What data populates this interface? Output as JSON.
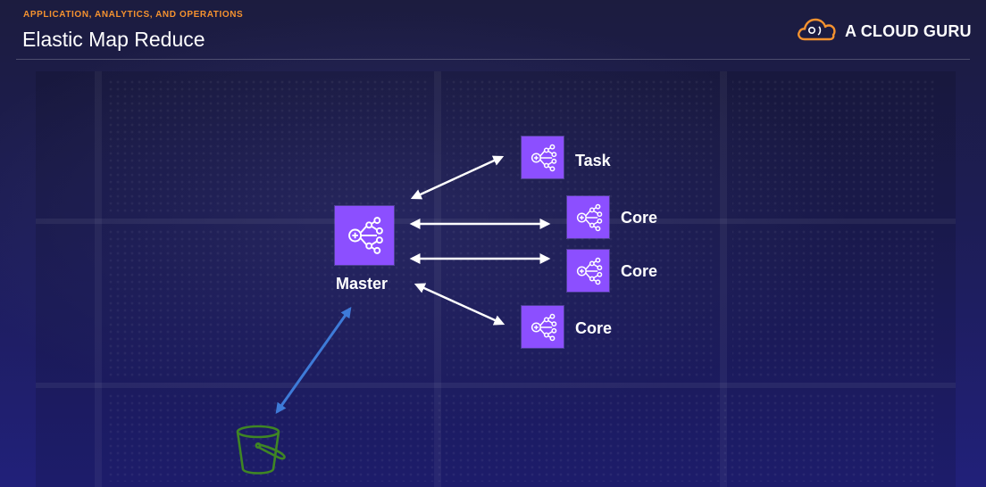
{
  "header": {
    "eyebrow": "APPLICATION, ANALYTICS, AND OPERATIONS",
    "title": "Elastic Map Reduce",
    "brand": "A CLOUD GURU"
  },
  "diagram": {
    "master": {
      "label": "Master",
      "icon": "emr-cluster-icon"
    },
    "nodes": [
      {
        "label": "Task",
        "icon": "emr-cluster-icon"
      },
      {
        "label": "Core",
        "icon": "emr-cluster-icon"
      },
      {
        "label": "Core",
        "icon": "emr-cluster-icon"
      },
      {
        "label": "Core",
        "icon": "emr-cluster-icon"
      }
    ],
    "storage": {
      "icon": "s3-bucket-icon"
    }
  },
  "colors": {
    "accent": "#f5922f",
    "node": "#8c4fff",
    "arrow": "#ffffff",
    "storage_arrow": "#3e7bd8",
    "bucket": "#3f8624"
  }
}
